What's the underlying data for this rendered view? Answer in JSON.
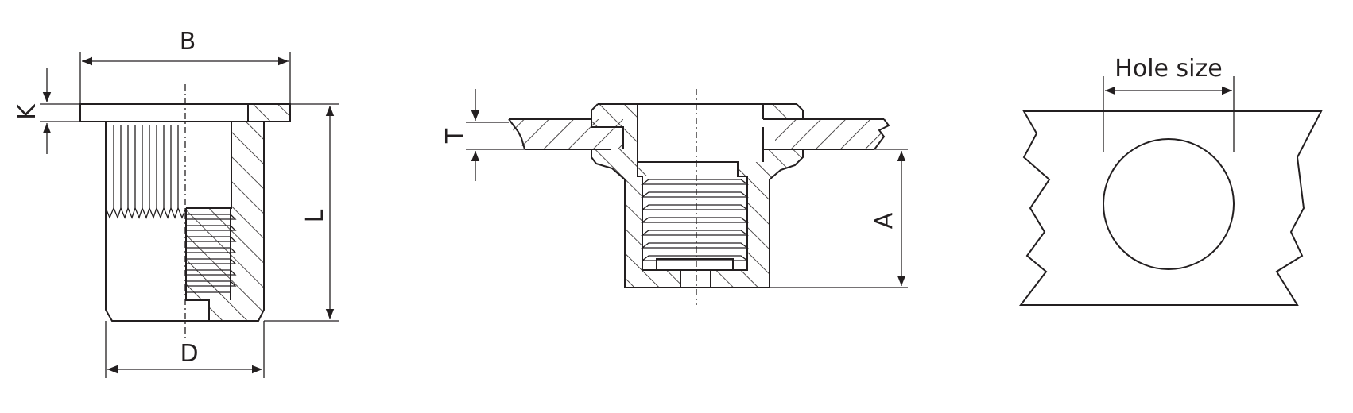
{
  "labels": {
    "b": "B",
    "k": "K",
    "l": "L",
    "d": "D",
    "t": "T",
    "a": "A",
    "hole_size": "Hole size"
  },
  "colors": {
    "line": "#231f20",
    "background": "#ffffff"
  }
}
